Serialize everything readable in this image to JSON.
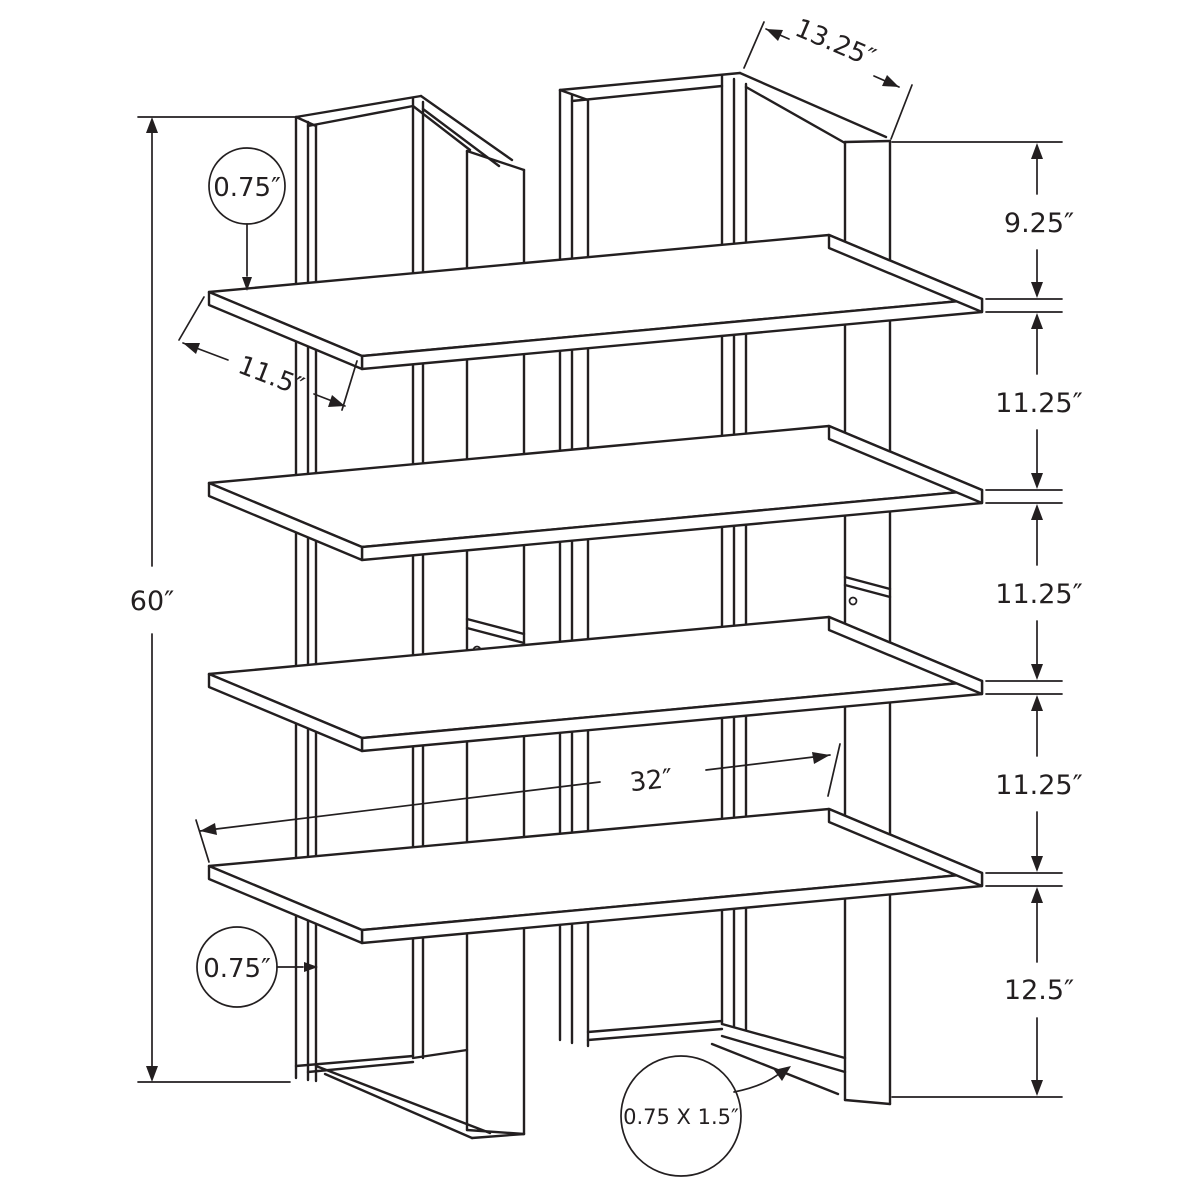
{
  "diagram": {
    "kind": "furniture dimension line-drawing, 4-shelf etagere bookcase",
    "background": "#ffffff",
    "line_color": "#231f20",
    "annotations": {
      "overall_height": "60″",
      "frame_depth_top": "13.25″",
      "gap_top": "9.25″",
      "gap_upper": "11.25″",
      "gap_middle": "11.25″",
      "gap_lower": "11.25″",
      "gap_bottom": "12.5″",
      "shelf_depth": "11.5″",
      "shelf_width": "32″",
      "shelf_thickness_callout": "0.75″",
      "post_thickness_callout": "0.75″",
      "base_tube_callout": "0.75 X 1.5″"
    }
  }
}
